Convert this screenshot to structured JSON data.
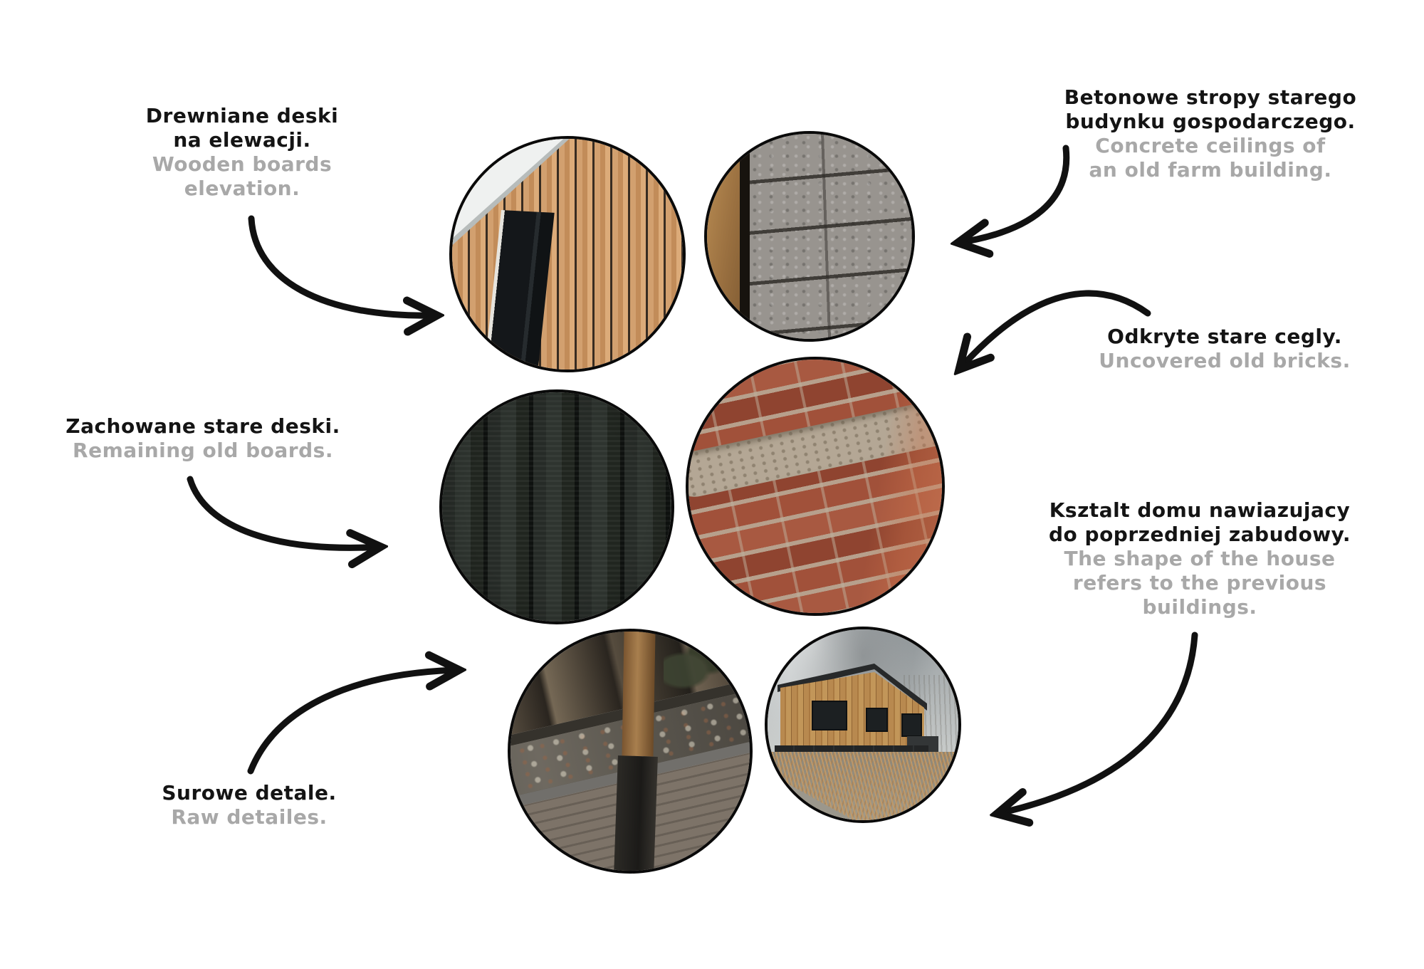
{
  "colors": {
    "background": "#ffffff",
    "text_primary": "#141414",
    "text_secondary": "#a8a8a8",
    "arrow": "#111111",
    "circle_border": "#0a0a0a"
  },
  "labels": {
    "wood_facade": {
      "pl1": "Drewniane deski",
      "pl2": "na elewacji.",
      "en1": "Wooden boards",
      "en2": "elevation."
    },
    "concrete": {
      "pl1": "Betonowe stropy starego",
      "pl2": "budynku gospodarczego.",
      "en1": "Concrete ceilings of",
      "en2": "an old farm building."
    },
    "bricks": {
      "pl1": "Odkryte stare cegly.",
      "en1": "Uncovered old bricks."
    },
    "old_boards": {
      "pl1": "Zachowane stare deski.",
      "en1": "Remaining old boards."
    },
    "house_shape": {
      "pl1": "Ksztalt domu nawiazujacy",
      "pl2": "do poprzedniej zabudowy.",
      "en1": "The shape of the house",
      "en2": "refers to the previous",
      "en3": "buildings."
    },
    "raw_details": {
      "pl1": "Surowe detale.",
      "en1": "Raw detailes."
    }
  }
}
